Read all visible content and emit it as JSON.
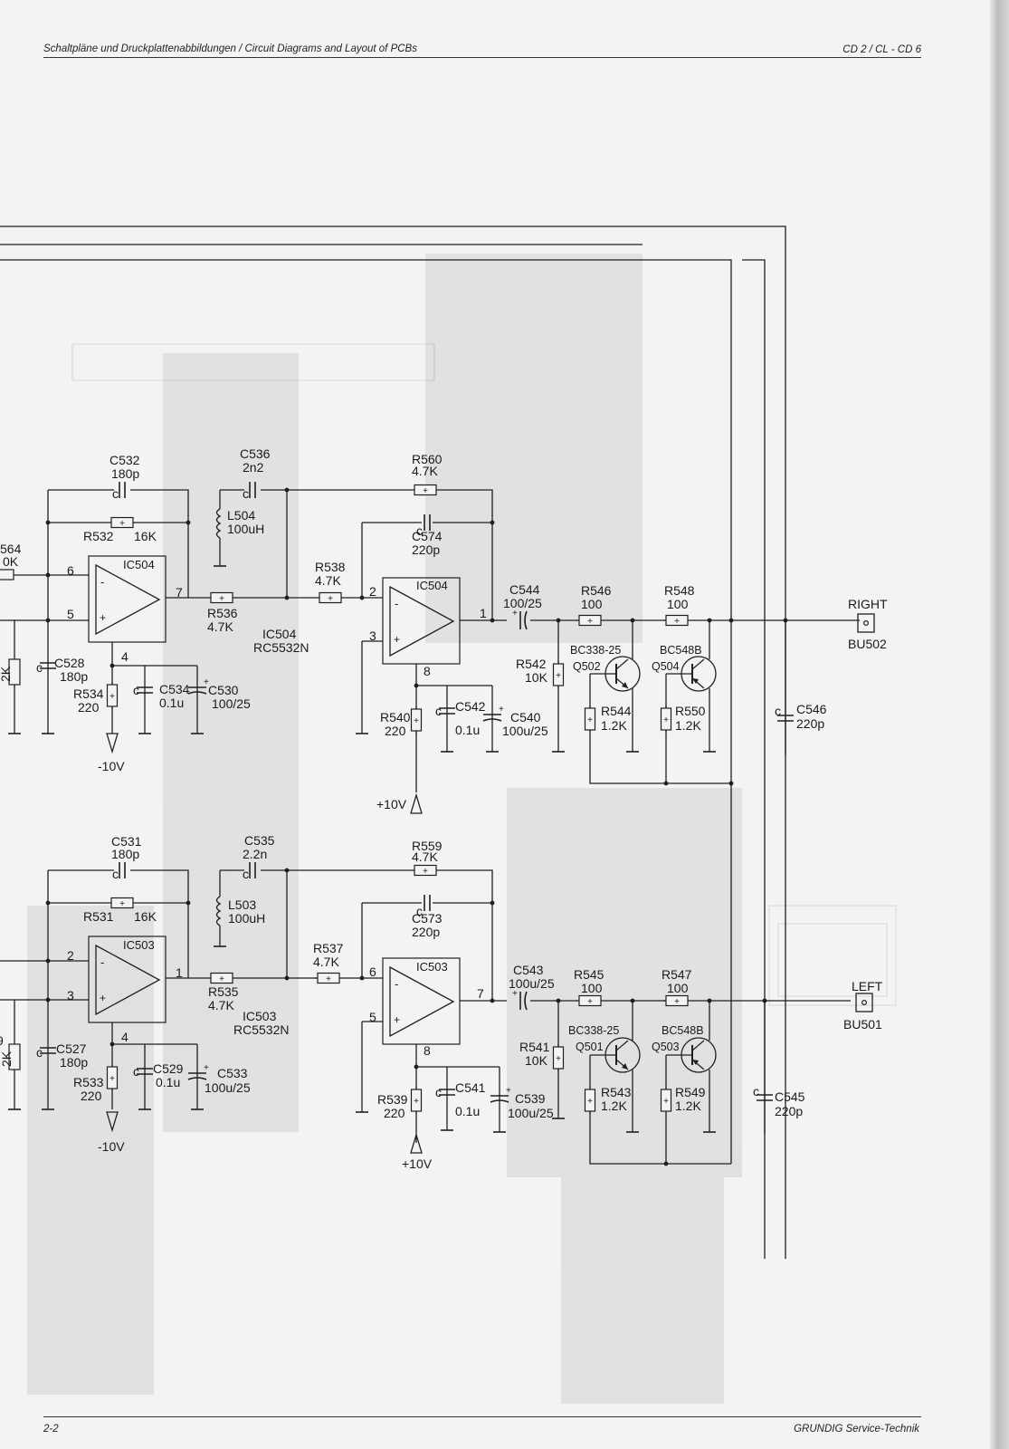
{
  "header": {
    "left": "Schaltpläne und Druckplattenabbildungen / Circuit Diagrams and Layout of PCBs",
    "right": "CD 2  /  CL - CD 6"
  },
  "footer": {
    "left": "2-2",
    "right": "GRUNDIG Service-Technik"
  },
  "colors": {
    "ink": "#1f1f1f",
    "paper": "#f3f3f3"
  },
  "top_channel": {
    "left_partial": {
      "r564": "564",
      "r564_val": "0K",
      "r_cut": "2K"
    },
    "c532": {
      "ref": "C532",
      "val": "180p"
    },
    "r532": {
      "ref": "R532",
      "val": "16K"
    },
    "ic_a": {
      "ref": "IC504",
      "pin_in_neg": "6",
      "pin_in_pos": "5",
      "pin_out": "7",
      "pin_pwr": "4"
    },
    "c528": {
      "ref": "C528",
      "val": "180p"
    },
    "r534": {
      "ref": "R534",
      "val": "220"
    },
    "c534": {
      "ref": "C534",
      "val": "0.1u"
    },
    "c530": {
      "ref": "C530",
      "val": "100/25"
    },
    "neg_supply": "-10V",
    "c536": {
      "ref": "C536",
      "val": "2n2"
    },
    "l504": {
      "ref": "L504",
      "val": "100uH"
    },
    "r536": {
      "ref": "R536",
      "val": "4.7K"
    },
    "ic_caption": {
      "ref": "IC504",
      "type": "RC5532N"
    },
    "r538": {
      "ref": "R538",
      "val": "4.7K"
    },
    "r560": {
      "ref": "R560",
      "val": "4.7K"
    },
    "c574": {
      "ref": "C574",
      "val": "220p"
    },
    "ic_b": {
      "ref": "IC504",
      "pin_in_neg": "2",
      "pin_in_pos": "3",
      "pin_out": "1",
      "pin_pwr": "8"
    },
    "r540": {
      "ref": "R540",
      "val": "220"
    },
    "c542": {
      "ref": "C542",
      "val": "0.1u"
    },
    "c540": {
      "ref": "C540",
      "val": "100u/25"
    },
    "pos_supply": "+10V",
    "c544": {
      "ref": "C544",
      "val": "100/25"
    },
    "r542": {
      "ref": "R542",
      "val": "10K"
    },
    "r546": {
      "ref": "R546",
      "val": "100"
    },
    "r548": {
      "ref": "R548",
      "val": "100"
    },
    "q502": {
      "ref": "Q502",
      "type": "BC338-25"
    },
    "q504": {
      "ref": "Q504",
      "type": "BC548B"
    },
    "r544": {
      "ref": "R544",
      "val": "1.2K"
    },
    "r550": {
      "ref": "R550",
      "val": "1.2K"
    },
    "c546": {
      "ref": "C546",
      "val": "220p"
    },
    "jack": {
      "name": "RIGHT",
      "ref": "BU502"
    }
  },
  "bottom_channel": {
    "left_partial": {
      "r_cut": "9",
      "r_cut2": "2K"
    },
    "c531": {
      "ref": "C531",
      "val": "180p"
    },
    "r531": {
      "ref": "R531",
      "val": "16K"
    },
    "ic_a": {
      "ref": "IC503",
      "pin_in_neg": "2",
      "pin_in_pos": "3",
      "pin_out": "1",
      "pin_pwr": "4"
    },
    "c527": {
      "ref": "C527",
      "val": "180p"
    },
    "r533": {
      "ref": "R533",
      "val": "220"
    },
    "c529": {
      "ref": "C529",
      "val": "0.1u"
    },
    "c533": {
      "ref": "C533",
      "val": "100u/25"
    },
    "neg_supply": "-10V",
    "c535": {
      "ref": "C535",
      "val": "2.2n"
    },
    "l503": {
      "ref": "L503",
      "val": "100uH"
    },
    "r535": {
      "ref": "R535",
      "val": "4.7K"
    },
    "ic_caption": {
      "ref": "IC503",
      "type": "RC5532N"
    },
    "r537": {
      "ref": "R537",
      "val": "4.7K"
    },
    "r559": {
      "ref": "R559",
      "val": "4.7K"
    },
    "c573": {
      "ref": "C573",
      "val": "220p"
    },
    "ic_b": {
      "ref": "IC503",
      "pin_in_neg": "6",
      "pin_in_pos": "5",
      "pin_out": "7",
      "pin_pwr": "8"
    },
    "r539": {
      "ref": "R539",
      "val": "220"
    },
    "c541": {
      "ref": "C541",
      "val": "0.1u"
    },
    "c539": {
      "ref": "C539",
      "val": "100u/25"
    },
    "pos_supply": "+10V",
    "c543": {
      "ref": "C543",
      "val": "100u/25"
    },
    "r541": {
      "ref": "R541",
      "val": "10K"
    },
    "r545": {
      "ref": "R545",
      "val": "100"
    },
    "r547": {
      "ref": "R547",
      "val": "100"
    },
    "q501": {
      "ref": "Q501",
      "type": "BC338-25"
    },
    "q503": {
      "ref": "Q503",
      "type": "BC548B"
    },
    "r543": {
      "ref": "R543",
      "val": "1.2K"
    },
    "r549": {
      "ref": "R549",
      "val": "1.2K"
    },
    "c545": {
      "ref": "C545",
      "val": "220p"
    },
    "jack": {
      "name": "LEFT",
      "ref": "BU501"
    }
  },
  "component_marks": {
    "cap_mark": "c",
    "res_mark": "+"
  }
}
